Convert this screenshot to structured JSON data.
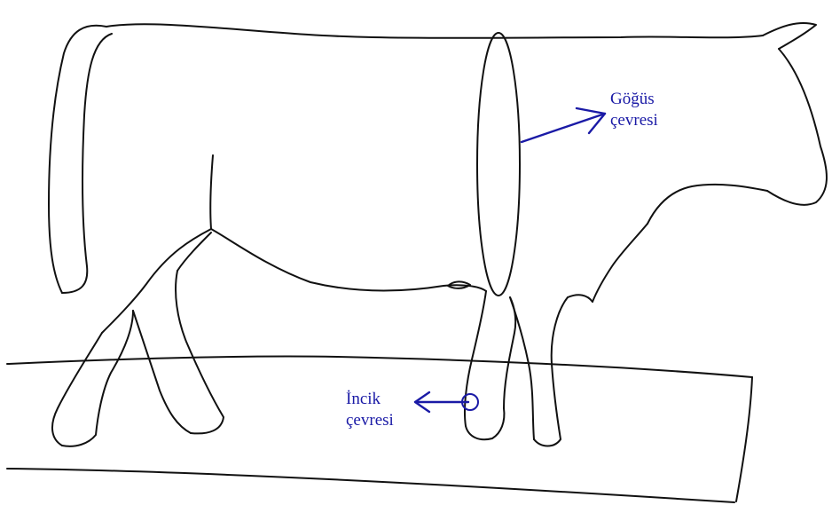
{
  "colors": {
    "outline": "#111111",
    "annotation": "#1a1aa6",
    "background": "#ffffff"
  },
  "labels": {
    "chest_girth": {
      "line1": "Göğüs",
      "line2": "çevresi"
    },
    "shin_girth": {
      "line1": "İncik",
      "line2": "çevresi"
    }
  }
}
